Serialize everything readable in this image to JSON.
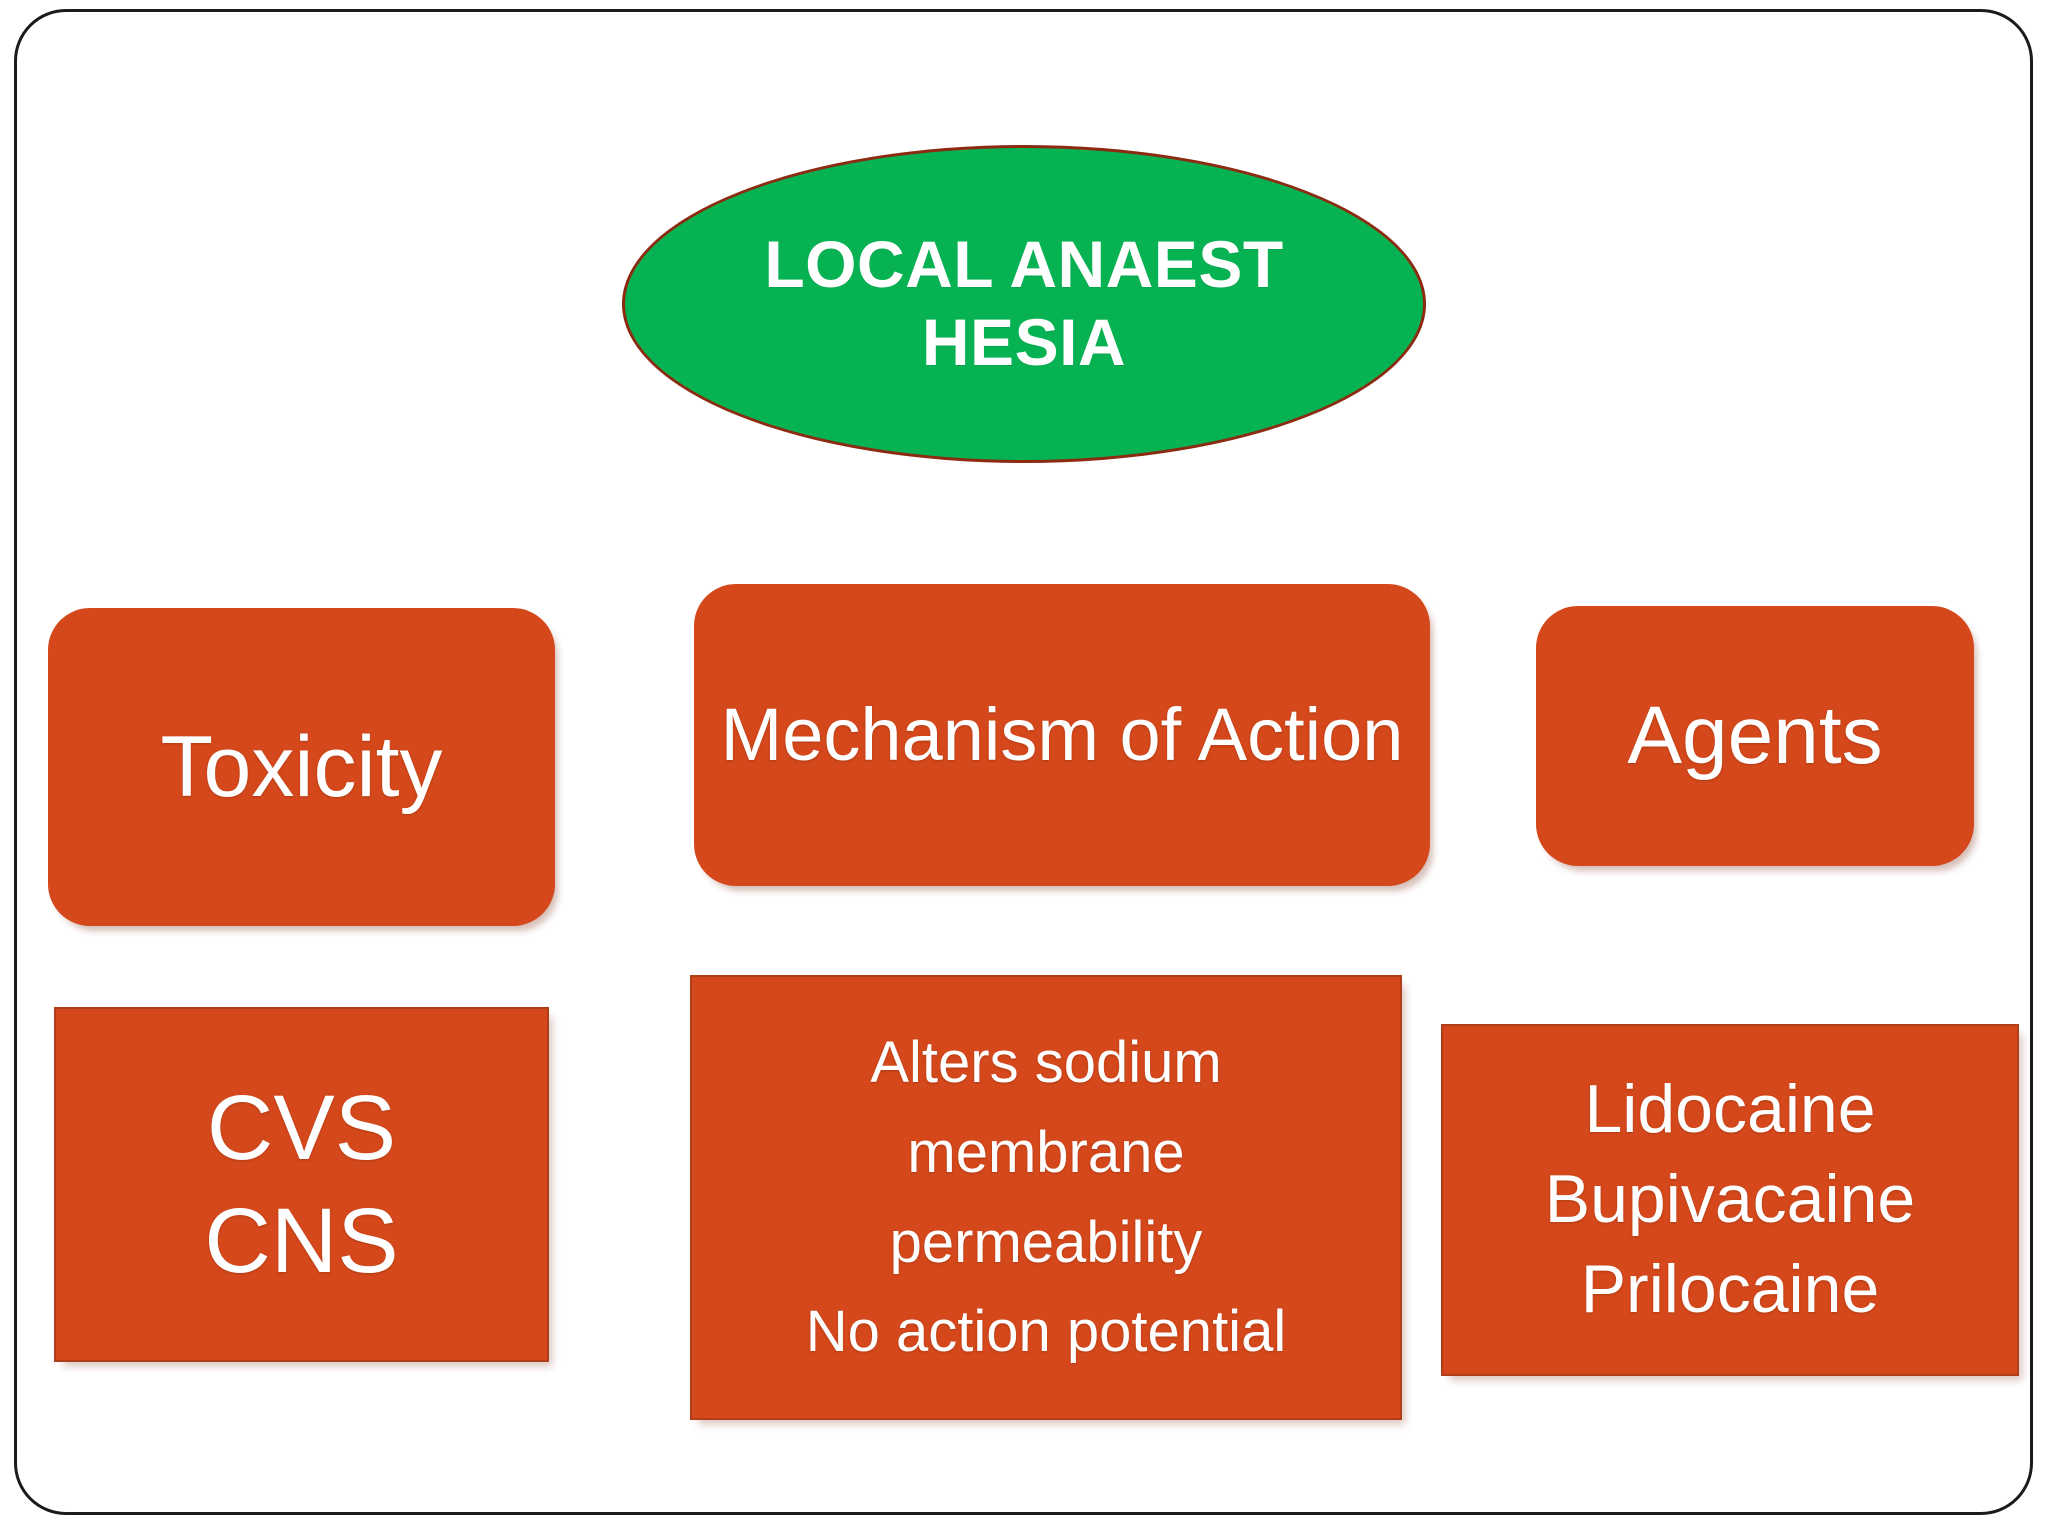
{
  "slide": {
    "frame_color": "#1b1b1b",
    "background": "#ffffff"
  },
  "palette": {
    "green_fill": "#06B252",
    "green_border": "#8C2A12",
    "orange_fill": "#D4481B",
    "orange_border": "#B03E18",
    "text_color": "#FFFFFF"
  },
  "diagram": {
    "type": "concept-map",
    "root": {
      "id": "local-anaesthesia",
      "shape": "ellipse",
      "label": "LOCAL ANAESTHESIA",
      "fill": "#06B252",
      "border": "#8C2A12"
    },
    "branches": [
      {
        "id": "toxicity",
        "shape": "rounded-rectangle",
        "label": "Toxicity",
        "fill": "#D4481B",
        "column": "left",
        "detail": {
          "id": "toxicity-detail",
          "shape": "rectangle",
          "label": "CVS\nCNS",
          "fill": "#D4481B"
        }
      },
      {
        "id": "mechanism-of-action",
        "shape": "rounded-rectangle",
        "label": "Mechanism of Action",
        "fill": "#D4481B",
        "column": "center",
        "detail": {
          "id": "mechanism-detail",
          "shape": "rectangle",
          "label": "Alters sodium\nmembrane\npermeability\nNo action potential",
          "fill": "#D4481B"
        }
      },
      {
        "id": "agents",
        "shape": "rounded-rectangle",
        "label": "Agents",
        "fill": "#D4481B",
        "column": "right",
        "detail": {
          "id": "agents-detail",
          "shape": "rectangle",
          "label": "Lidocaine\nBupivacaine\nPrilocaine",
          "fill": "#D4481B"
        }
      }
    ]
  }
}
